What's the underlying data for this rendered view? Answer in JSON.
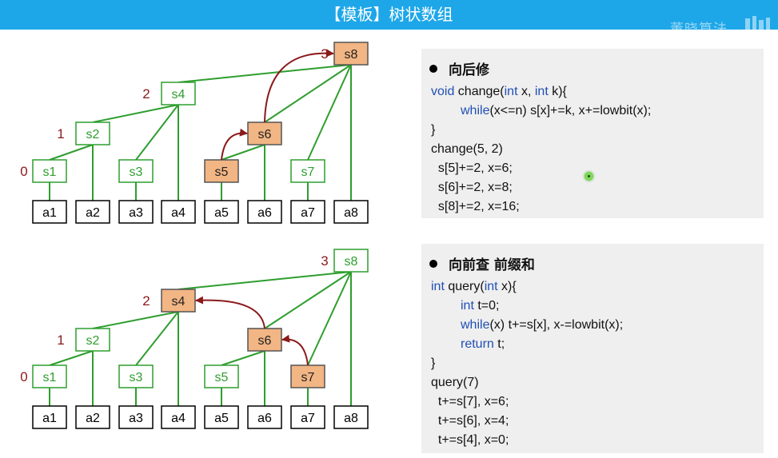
{
  "title": "【模板】树状数组",
  "watermark": "董晓算法",
  "colors": {
    "title_bar": "#1ea7e8",
    "tree_green": "#2e9e2e",
    "highlight_fill": "#f2b584",
    "arrow": "#8b1a1a",
    "level_label": "#8b1a1a",
    "keyword": "#1f4fb5"
  },
  "diagrams": [
    {
      "id": "change",
      "levels": [
        "0",
        "1",
        "2",
        "3"
      ],
      "s_nodes": [
        "s1",
        "s2",
        "s3",
        "s4",
        "s5",
        "s6",
        "s7",
        "s8"
      ],
      "a_nodes": [
        "a1",
        "a2",
        "a3",
        "a4",
        "a5",
        "a6",
        "a7",
        "a8"
      ],
      "highlighted": [
        "s5",
        "s6",
        "s8"
      ],
      "arrows": [
        [
          "s5",
          "s6"
        ],
        [
          "s6",
          "s8"
        ]
      ]
    },
    {
      "id": "query",
      "levels": [
        "0",
        "1",
        "2",
        "3"
      ],
      "s_nodes": [
        "s1",
        "s2",
        "s3",
        "s4",
        "s5",
        "s6",
        "s7",
        "s8"
      ],
      "a_nodes": [
        "a1",
        "a2",
        "a3",
        "a4",
        "a5",
        "a6",
        "a7",
        "a8"
      ],
      "highlighted": [
        "s7",
        "s6",
        "s4"
      ],
      "arrows": [
        [
          "s7",
          "s6"
        ],
        [
          "s6",
          "s4"
        ]
      ]
    }
  ],
  "panel_change": {
    "heading": "向后修",
    "code": [
      {
        "indent": 0,
        "parts": [
          [
            "kw",
            "void"
          ],
          [
            "t",
            " change("
          ],
          [
            "kw",
            "int"
          ],
          [
            "t",
            " x, "
          ],
          [
            "kw",
            "int"
          ],
          [
            "t",
            " k){"
          ]
        ]
      },
      {
        "indent": 1,
        "parts": [
          [
            "kw",
            "while"
          ],
          [
            "t",
            "(x<=n) s[x]+=k, x+=lowbit(x);"
          ]
        ]
      },
      {
        "indent": 0,
        "parts": [
          [
            "t",
            "}"
          ]
        ]
      },
      {
        "indent": 0,
        "parts": [
          [
            "t",
            "change(5, 2)"
          ]
        ]
      },
      {
        "indent": 0,
        "parts": [
          [
            "t",
            "  s[5]+=2, x=6;"
          ]
        ]
      },
      {
        "indent": 0,
        "parts": [
          [
            "t",
            "  s[6]+=2, x=8;"
          ]
        ]
      },
      {
        "indent": 0,
        "parts": [
          [
            "t",
            "  s[8]+=2, x=16;"
          ]
        ]
      }
    ]
  },
  "panel_query": {
    "heading": "向前查 前缀和",
    "code": [
      {
        "indent": 0,
        "parts": [
          [
            "kw",
            "int"
          ],
          [
            "t",
            " query("
          ],
          [
            "kw",
            "int"
          ],
          [
            "t",
            " x){"
          ]
        ]
      },
      {
        "indent": 1,
        "parts": [
          [
            "kw",
            "int"
          ],
          [
            "t",
            " t=0;"
          ]
        ]
      },
      {
        "indent": 1,
        "parts": [
          [
            "kw",
            "while"
          ],
          [
            "t",
            "(x) t+=s[x], x-=lowbit(x);"
          ]
        ]
      },
      {
        "indent": 1,
        "parts": [
          [
            "kw",
            "return"
          ],
          [
            "t",
            " t;"
          ]
        ]
      },
      {
        "indent": 0,
        "parts": [
          [
            "t",
            "}"
          ]
        ]
      },
      {
        "indent": 0,
        "parts": [
          [
            "t",
            "query(7)"
          ]
        ]
      },
      {
        "indent": 0,
        "parts": [
          [
            "t",
            "  t+=s[7], x=6;"
          ]
        ]
      },
      {
        "indent": 0,
        "parts": [
          [
            "t",
            "  t+=s[6], x=4;"
          ]
        ]
      },
      {
        "indent": 0,
        "parts": [
          [
            "t",
            "  t+=s[4], x=0;"
          ]
        ]
      }
    ]
  }
}
